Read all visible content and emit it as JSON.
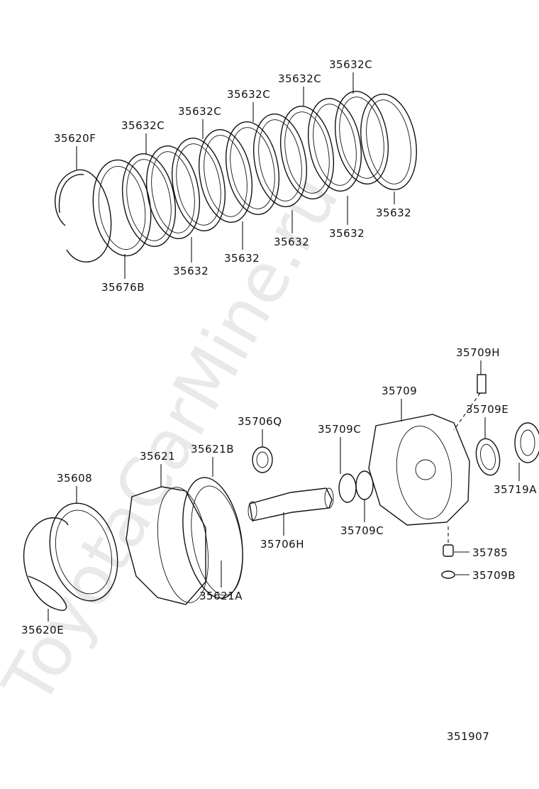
{
  "diagram": {
    "watermark": "ToyotaCarMine.ru",
    "drawing_number": "351907",
    "upper_labels": {
      "p35620F": "35620F",
      "p35632C_1": "35632C",
      "p35632C_2": "35632C",
      "p35632C_3": "35632C",
      "p35632C_4": "35632C",
      "p35632C_5": "35632C",
      "p35632_1": "35632",
      "p35632_2": "35632",
      "p35632_3": "35632",
      "p35632_4": "35632",
      "p35632_5": "35632",
      "p35676B": "35676B"
    },
    "lower_labels": {
      "p35709H": "35709H",
      "p35709": "35709",
      "p35709E": "35709E",
      "p35706Q": "35706Q",
      "p35709C_top": "35709C",
      "p35621": "35621",
      "p35621B": "35621B",
      "p35608": "35608",
      "p35719A": "35719A",
      "p35709C_bottom": "35709C",
      "p35706H": "35706H",
      "p35785": "35785",
      "p35709B": "35709B",
      "p35621A": "35621A",
      "p35620E": "35620E"
    }
  }
}
